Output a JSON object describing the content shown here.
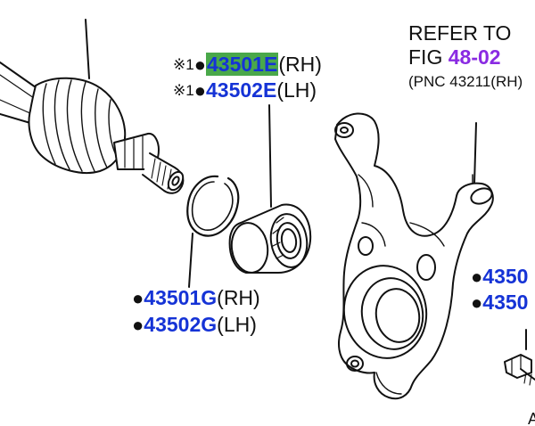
{
  "callouts": {
    "bearing_rh": {
      "mark": "※1",
      "bullet": "●",
      "part": "43501E",
      "side": "(RH)"
    },
    "bearing_lh": {
      "mark": "※1",
      "bullet": "●",
      "part": "43502E",
      "side": "(LH)"
    },
    "snapring_rh": {
      "bullet": "●",
      "part": "43501G",
      "side": "(RH)"
    },
    "snapring_lh": {
      "bullet": "●",
      "part": "43502G",
      "side": "(LH)"
    },
    "right_upper": {
      "bullet": "●",
      "part": "4350"
    },
    "right_lower": {
      "bullet": "●",
      "part": "4350"
    }
  },
  "refer": {
    "line1": "REFER TO",
    "fig_prefix": "FIG ",
    "fig_number": "48-02",
    "pnc": "(PNC 43211(RH)"
  },
  "misc": {
    "letter_a": "A"
  },
  "colors": {
    "part_number": "#1533d6",
    "highlight": "#4aa84a",
    "figure_ref": "#8a2be2",
    "line": "#111111"
  }
}
